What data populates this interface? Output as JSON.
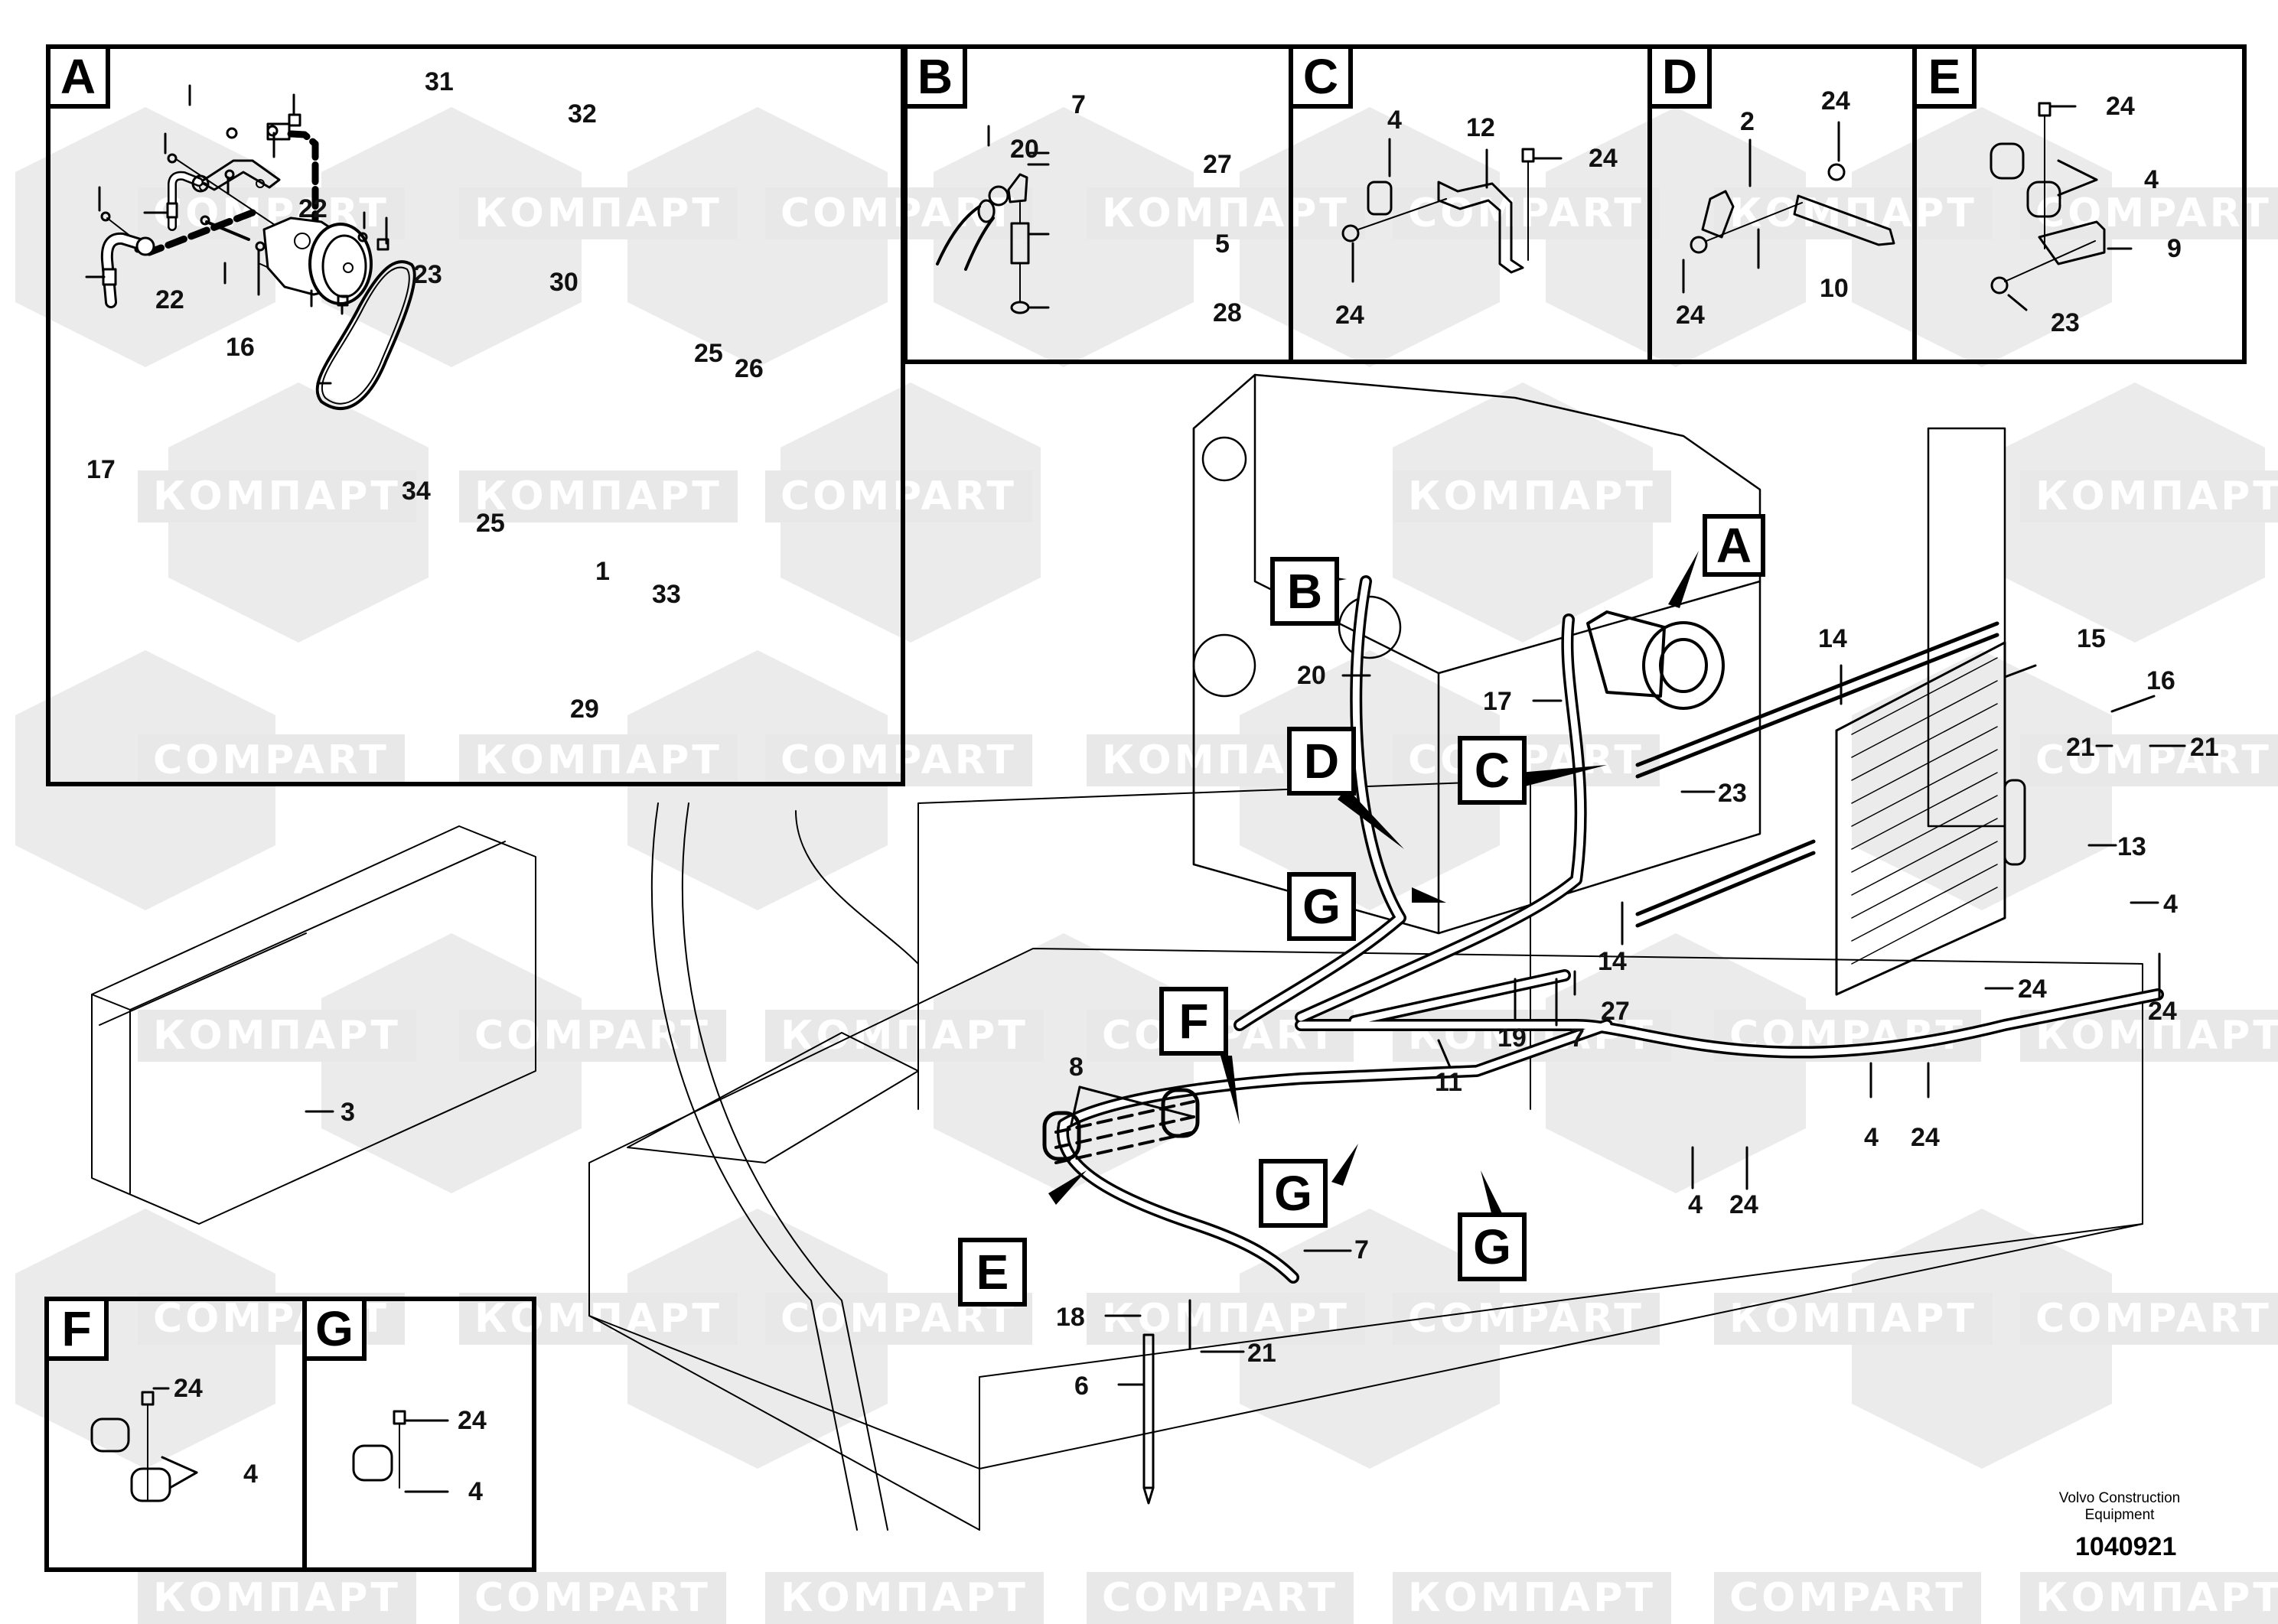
{
  "diagram": {
    "title": "Air conditioning compressor, condenser and hose routing",
    "publisher_line1": "Volvo Construction",
    "publisher_line2": "Equipment",
    "figure_number": "1040921",
    "watermarks": [
      "COMPART",
      "КОМПАРТ"
    ]
  },
  "detail_panels": {
    "A": {
      "letter": "A",
      "labels": [
        "31",
        "32",
        "22",
        "23",
        "30",
        "22",
        "16",
        "25",
        "26",
        "17",
        "34",
        "25",
        "1",
        "33",
        "29"
      ]
    },
    "B": {
      "letter": "B",
      "labels": [
        "7",
        "20",
        "27",
        "5",
        "28"
      ]
    },
    "C": {
      "letter": "C",
      "labels": [
        "4",
        "12",
        "24",
        "24"
      ]
    },
    "D": {
      "letter": "D",
      "labels": [
        "2",
        "24",
        "10",
        "24"
      ]
    },
    "E": {
      "letter": "E",
      "labels": [
        "24",
        "4",
        "9",
        "23"
      ]
    },
    "F": {
      "letter": "F",
      "labels": [
        "24",
        "4"
      ]
    },
    "G": {
      "letter": "G",
      "labels": [
        "24",
        "4"
      ]
    }
  },
  "main_view": {
    "callouts": [
      "A",
      "B",
      "C",
      "D",
      "E",
      "F",
      "G",
      "G",
      "G"
    ],
    "labels": [
      "20",
      "17",
      "14",
      "15",
      "16",
      "21",
      "21",
      "23",
      "13",
      "4",
      "24",
      "24",
      "14",
      "27",
      "19",
      "7",
      "11",
      "8",
      "4",
      "24",
      "4",
      "24",
      "7",
      "18",
      "21",
      "6",
      "3"
    ]
  }
}
